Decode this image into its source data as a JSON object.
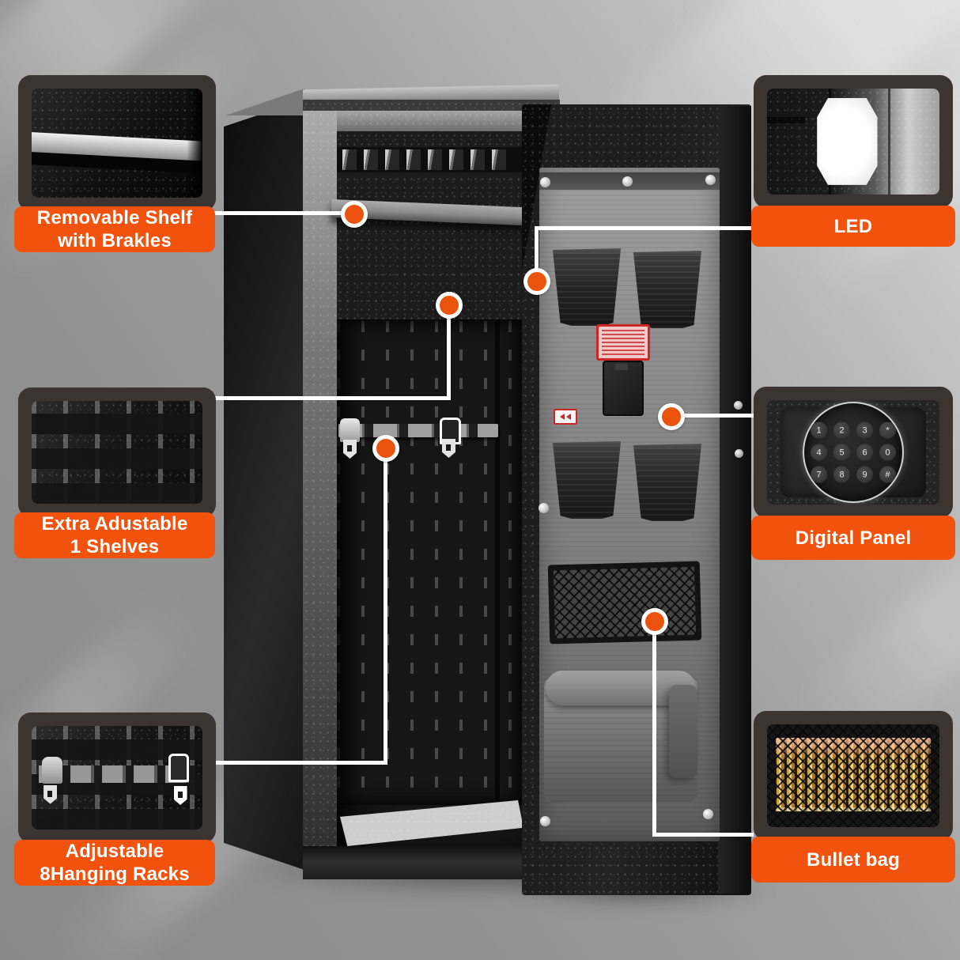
{
  "callouts": {
    "removable_shelf": {
      "text": "Removable Shelf\nwith Brakles"
    },
    "extra_shelves": {
      "text": "Extra Adustable\n1 Shelves"
    },
    "hanging_racks": {
      "text": "Adjustable\n8Hanging Racks"
    },
    "led": {
      "text": "LED"
    },
    "digital_panel": {
      "text": "Digital Panel"
    },
    "bullet_bag": {
      "text": "Bullet bag"
    }
  },
  "keypad": {
    "rows": [
      [
        "1",
        "2",
        "3",
        "*"
      ],
      [
        "4",
        "5",
        "6",
        "0"
      ],
      [
        "7",
        "8",
        "9",
        "#"
      ]
    ]
  },
  "colors": {
    "accent_orange": "#f1520e",
    "connector_white": "#ffffff",
    "inset_frame_brown": "#3b3431"
  },
  "icons": {
    "warning_arrows": "double-left-arrow",
    "keypad_star": "*",
    "keypad_hash": "#"
  }
}
